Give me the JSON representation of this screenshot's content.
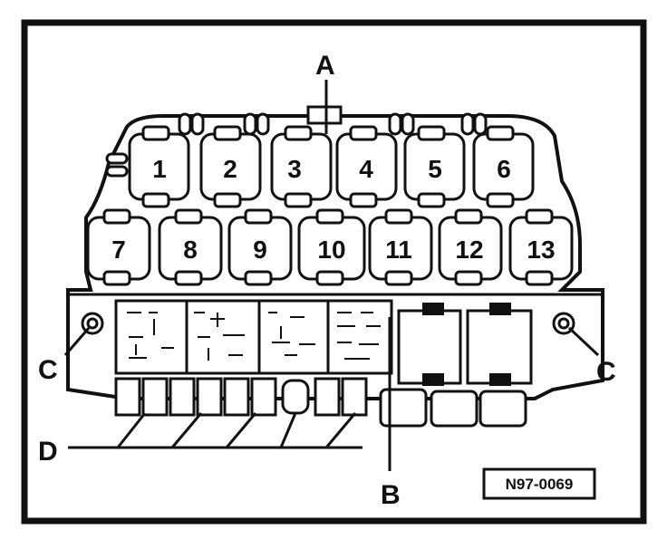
{
  "relays_top": [
    "1",
    "2",
    "3",
    "4",
    "5",
    "6"
  ],
  "relays_bottom": [
    "7",
    "8",
    "9",
    "10",
    "11",
    "12",
    "13"
  ],
  "callouts": {
    "a": "A",
    "b": "B",
    "c": "C",
    "d": "D"
  },
  "reference_code": "N97-0069"
}
